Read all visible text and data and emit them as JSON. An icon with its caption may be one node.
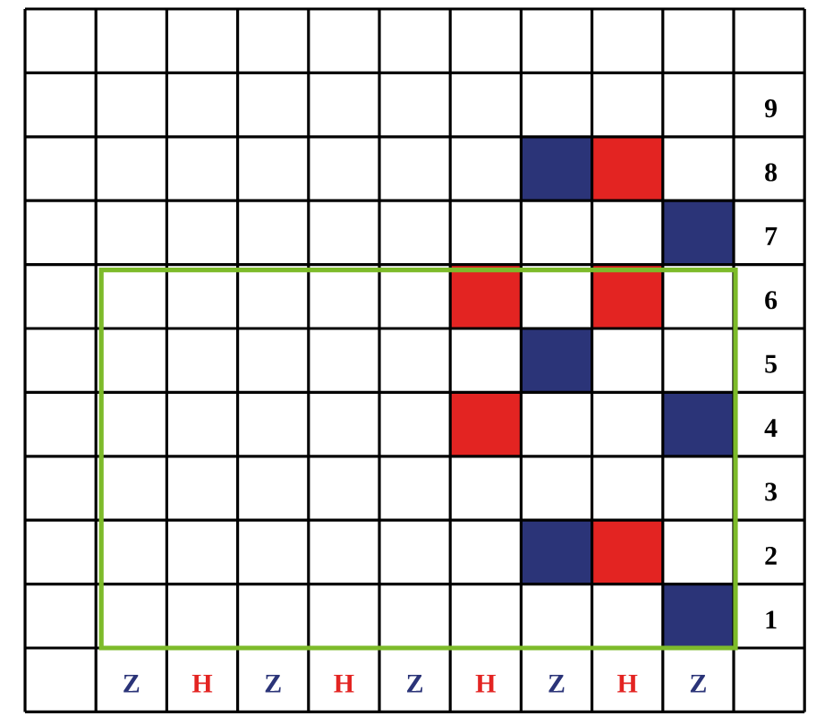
{
  "diagram": {
    "labels": [
      "9",
      "8",
      "7",
      "6",
      "5",
      "4",
      "3",
      "2",
      "1",
      "Z",
      "H",
      "Z",
      "H",
      "Z",
      "H",
      "Z",
      "H",
      "Z"
    ]
  }
}
